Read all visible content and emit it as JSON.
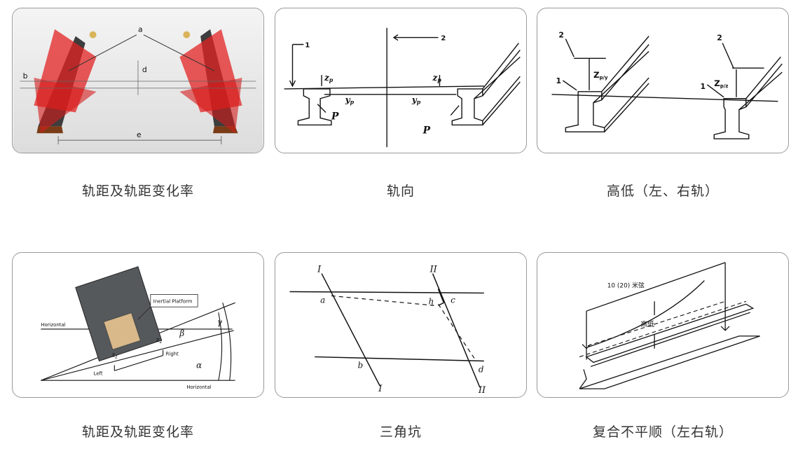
{
  "panels": [
    {
      "caption": "轨距及轨距变化率",
      "labels": {
        "a": "a",
        "b": "b",
        "d": "d",
        "e": "e"
      }
    },
    {
      "caption": "轨向",
      "labels": {
        "n1": "1",
        "n2": "2",
        "zp1": "z",
        "zp2": "z",
        "sub_p": "p",
        "yp1": "y",
        "yp2": "y",
        "P1": "P",
        "P2": "P"
      }
    },
    {
      "caption": "高低（左、右轨）",
      "labels": {
        "n2a": "2",
        "n2b": "2",
        "n1a": "1",
        "n1b": "1",
        "zpy1": "Z",
        "zpy2": "Z",
        "sub1": "p/y",
        "sub2": "p/z"
      }
    },
    {
      "caption": "轨距及轨距变化率",
      "labels": {
        "inertial": "Inertial Platform",
        "horiz1": "Horizontal",
        "horiz2": "Horizontal",
        "left": "Left",
        "right": "Right",
        "z1": "z",
        "z2": "z",
        "sub": "2",
        "beta": "β",
        "gamma": "γ",
        "alpha": "α"
      }
    },
    {
      "caption": "三角坑",
      "labels": {
        "I1": "I",
        "I2": "I",
        "II1": "II",
        "II2": "II",
        "a": "a",
        "b": "b",
        "c": "c",
        "d": "d",
        "h": "h"
      }
    },
    {
      "caption": "复合不平顺（左右轨）",
      "labels": {
        "chord": "10 (20)   米弦",
        "height": "高低"
      }
    }
  ]
}
